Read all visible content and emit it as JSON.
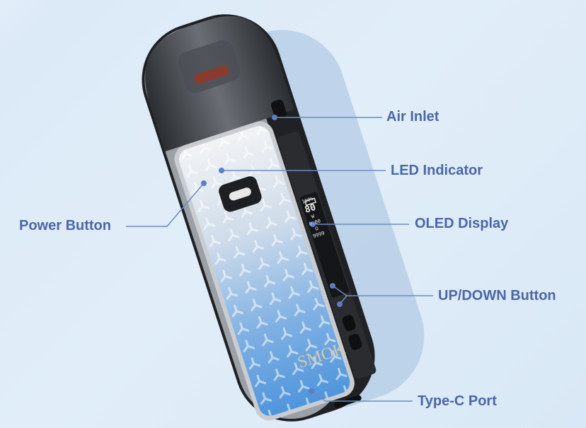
{
  "labels": {
    "air_inlet": "Air Inlet",
    "led_indicator": "LED Indicator",
    "power_button": "Power Button",
    "oled_display": "OLED Display",
    "up_down_button": "UP/DOWN Button",
    "type_c_port": "Type-C Port"
  },
  "device": {
    "brand": "SMOK",
    "screen": {
      "battery": "100%",
      "wattage": "80",
      "wattage_unit": "W",
      "resistance": "0.00",
      "resistance_unit": "Ω",
      "puffs": "9999"
    }
  },
  "colors": {
    "label": "#4b67a6",
    "leader": "#6d8cc0",
    "background": "#dbe9f7"
  }
}
